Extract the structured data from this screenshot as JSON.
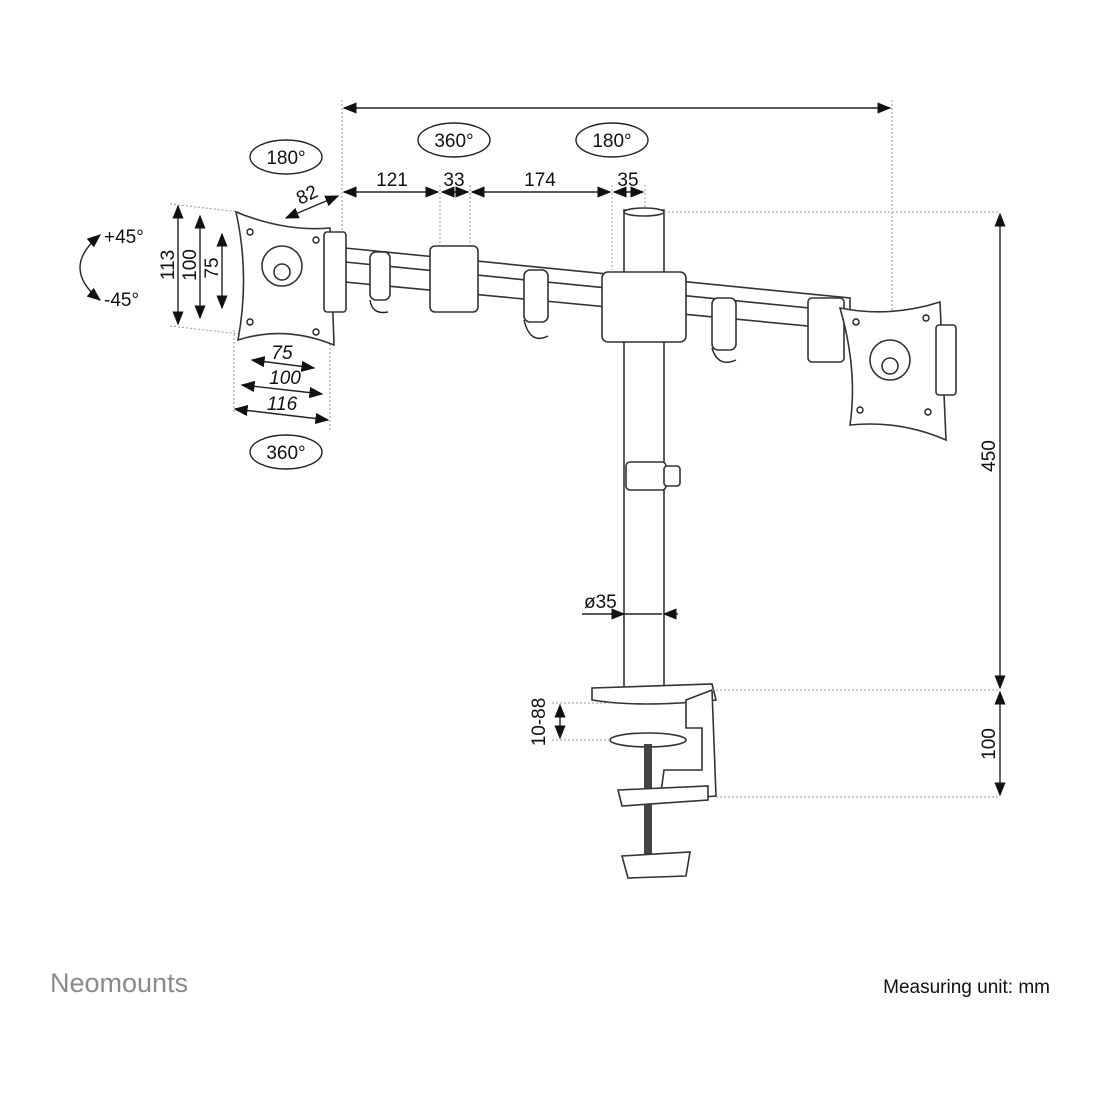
{
  "rotations": {
    "left_top": "180°",
    "arm_left": "360°",
    "arm_right": "180°",
    "left_bottom": "360°"
  },
  "tilt": {
    "plus": "+45°",
    "minus": "-45°"
  },
  "dimensions": {
    "arm_depth": "82",
    "seg1": "121",
    "seg2": "33",
    "seg3": "174",
    "seg4": "35",
    "plate_h_outer": "113",
    "plate_h_mid": "100",
    "plate_h_inner": "75",
    "plate_w_inner": "75",
    "plate_w_mid": "100",
    "plate_w_outer": "116",
    "pole_diameter": "ø35",
    "pole_height": "450",
    "clamp_height": "100",
    "desk_thickness": "10-88"
  },
  "brand": "Neomounts",
  "unit_note": "Measuring unit: mm",
  "colors": {
    "line": "#222222",
    "brand": "#8a8a8a"
  }
}
